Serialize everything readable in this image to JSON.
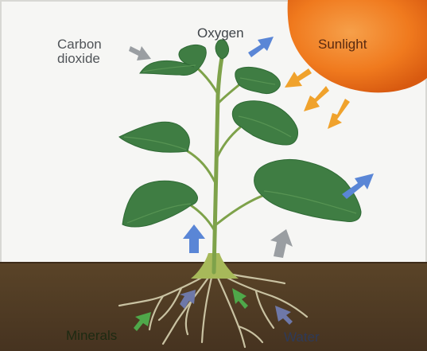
{
  "labels": {
    "carbon_dioxide": "Carbon\ndioxide",
    "oxygen": "Oxygen",
    "sunlight": "Sunlight",
    "minerals": "Minerals",
    "water": "Water"
  },
  "colors": {
    "sky": "#f6f6f4",
    "soil": "#4f3a22",
    "sun": "#f07a1e",
    "stem": "#7ea24a",
    "leaf": "#3f7d43",
    "sun_arrow": "#f0a22c",
    "blue_arrow": "#5a86d6",
    "grey_arrow": "#9a9ea2",
    "green_arrow": "#4fa84a",
    "roots": "#c9c2a2"
  },
  "icons": [
    "sun-icon",
    "carbon-dioxide-arrow-icon",
    "oxygen-arrow-icon",
    "sunlight-arrow-icon",
    "water-arrow-icon",
    "minerals-arrow-icon"
  ]
}
